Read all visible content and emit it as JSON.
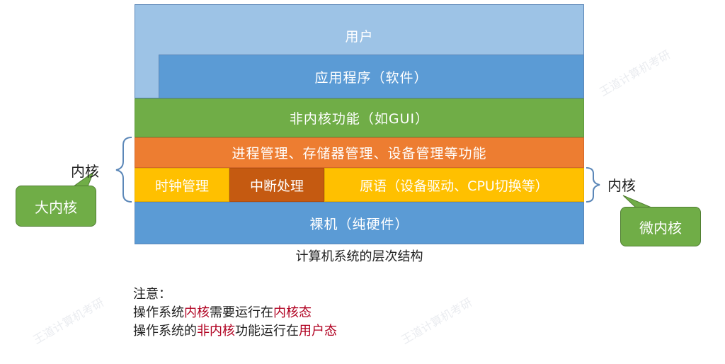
{
  "layers": {
    "user": "用户",
    "app": "应用程序（软件）",
    "non_kernel": "非内核功能（如GUI）",
    "process_mgmt": "进程管理、存储器管理、设备管理等功能",
    "clock": "时钟管理",
    "interrupt": "中断处理",
    "primitives": "原语（设备驱动、CPU切换等）",
    "hardware": "裸机（纯硬件）"
  },
  "caption": "计算机系统的层次结构",
  "left_kernel_label": "内核",
  "right_kernel_label": "内核",
  "callouts": {
    "big_kernel": "大内核",
    "micro_kernel": "微内核"
  },
  "notes": {
    "heading": "注意：",
    "line1": [
      "操作系统",
      "内核",
      "需要运行在",
      "内核态"
    ],
    "line2": [
      "操作系统的",
      "非内核",
      "功能运行在",
      "用户态"
    ]
  },
  "colors": {
    "user": "#9dc3e6",
    "app": "#5b9bd5",
    "non_kernel": "#70ad47",
    "process_mgmt": "#ed7d31",
    "yellow": "#ffc000",
    "interrupt": "#c55a11",
    "hardware": "#5b9bd5",
    "highlight": "#b00020"
  },
  "watermark": "王道计算机考研"
}
